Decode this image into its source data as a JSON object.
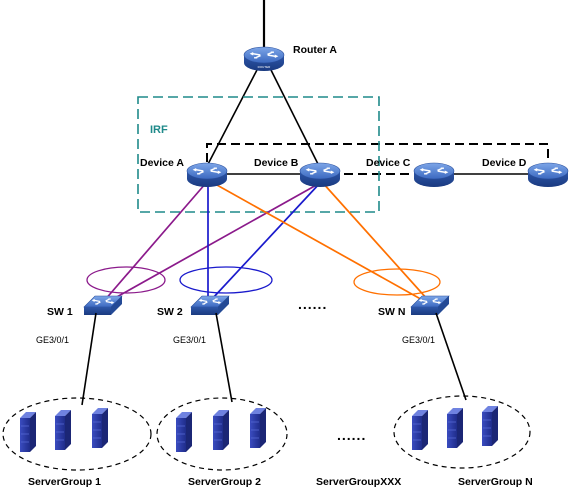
{
  "diagram": {
    "router": {
      "name": "Router A",
      "badge": "ROUTER"
    },
    "irf_label": "IRF",
    "devices": [
      {
        "name": "Device A"
      },
      {
        "name": "Device B"
      },
      {
        "name": "Device C"
      },
      {
        "name": "Device D"
      }
    ],
    "access_switches": [
      {
        "name": "SW 1",
        "port": "GE3/0/1"
      },
      {
        "name": "SW 2",
        "port": "GE3/0/1"
      },
      {
        "name": "SW N",
        "port": "GE3/0/1"
      }
    ],
    "switch_dots": "......",
    "server_groups": [
      {
        "name": "ServerGroup 1"
      },
      {
        "name": "ServerGroup 2"
      },
      {
        "name": "ServerGroupXXX"
      },
      {
        "name": "ServerGroup N"
      }
    ],
    "group_dots": "......",
    "colors": {
      "purple": "#8b1a8b",
      "blue": "#1a1acc",
      "orange": "#ff7000",
      "irf_border": "#1f8a8a",
      "device": "#3d6ec4",
      "server": "#2a3a9e"
    }
  }
}
